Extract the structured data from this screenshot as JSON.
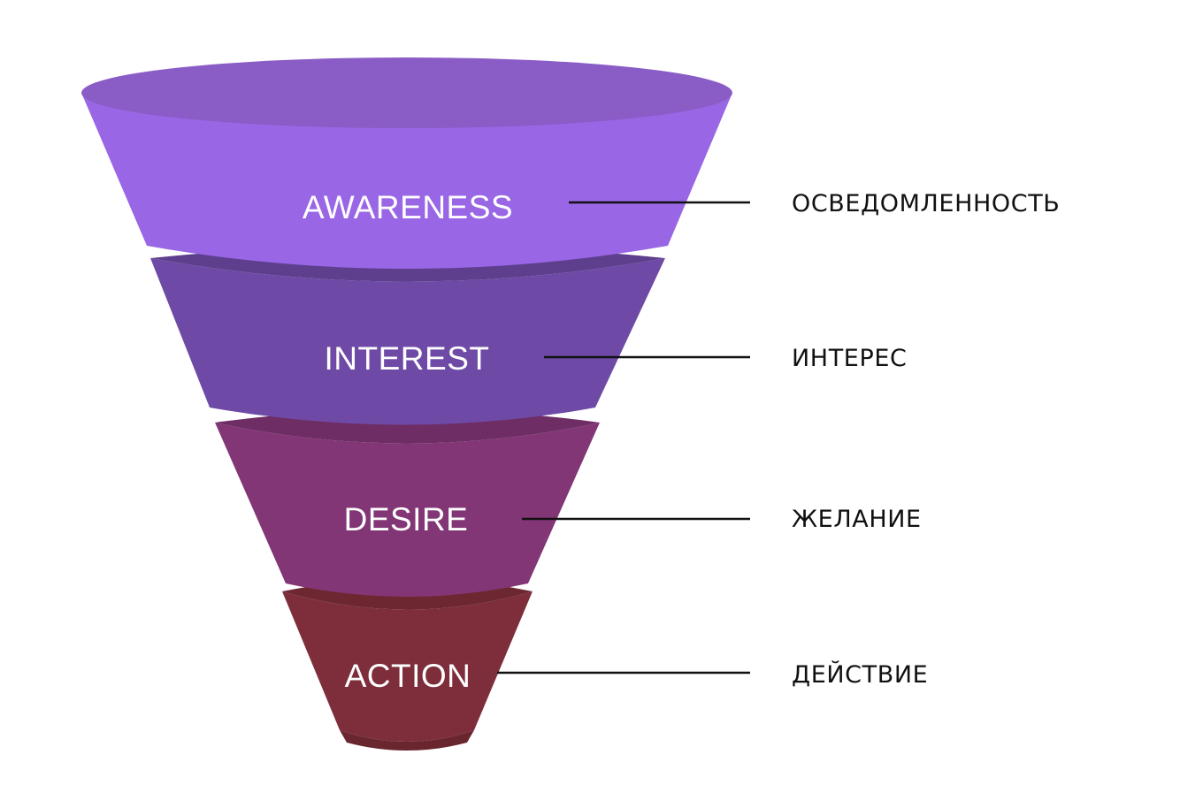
{
  "funnel": {
    "stages": [
      {
        "label": "AWARENESS",
        "translation": "ОСВЕДОМЛЕННОСТЬ",
        "color": "#9966E6",
        "top_color": "#8A5CC6",
        "shadow_color": "#6A4A9A"
      },
      {
        "label": "INTEREST",
        "translation": "ИНТЕРЕС",
        "color": "#6E4AA6",
        "top_color": "#5E3F8E",
        "shadow_color": "#5A3C86"
      },
      {
        "label": "DESIRE",
        "translation": "ЖЕЛАНИЕ",
        "color": "#823676",
        "top_color": "#6E2D64",
        "shadow_color": "#672A5E"
      },
      {
        "label": "ACTION",
        "translation": "ДЕЙСТВИЕ",
        "color": "#7E2E3A",
        "top_color": "#6C2731",
        "shadow_color": "#6A262F"
      }
    ]
  }
}
